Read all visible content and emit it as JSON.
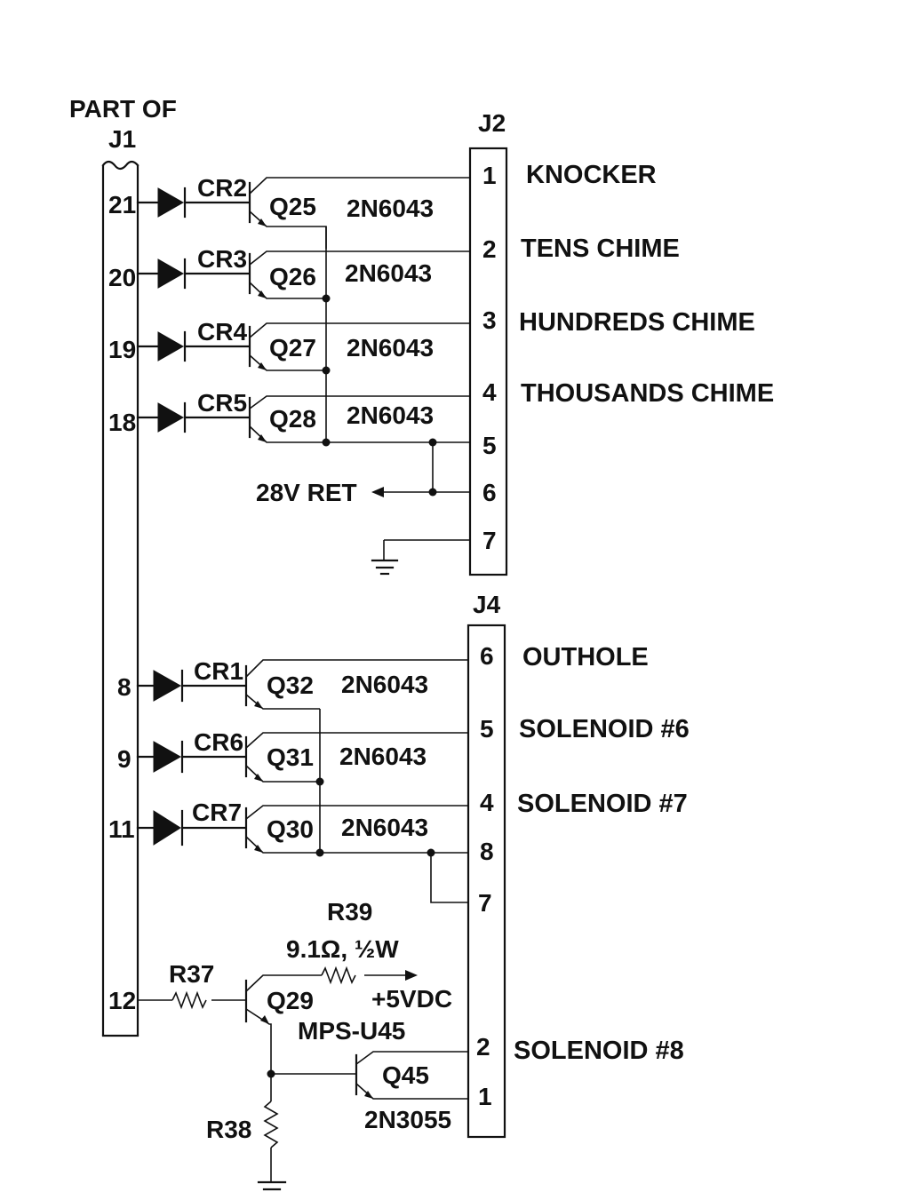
{
  "j1": {
    "title_line1": "PART OF",
    "title_line2": "J1"
  },
  "j2": {
    "title": "J2"
  },
  "j4": {
    "title": "J4"
  },
  "j1_pins": {
    "p21": "21",
    "p20": "20",
    "p19": "19",
    "p18": "18",
    "p8": "8",
    "p9": "9",
    "p11": "11",
    "p12": "12"
  },
  "diodes": {
    "cr2": "CR2",
    "cr3": "CR3",
    "cr4": "CR4",
    "cr5": "CR5",
    "cr1": "CR1",
    "cr6": "CR6",
    "cr7": "CR7"
  },
  "transistors": {
    "q25": "Q25",
    "q26": "Q26",
    "q27": "Q27",
    "q28": "Q28",
    "q32": "Q32",
    "q31": "Q31",
    "q30": "Q30",
    "q29": "Q29",
    "q45": "Q45",
    "part_2n6043": "2N6043",
    "part_mpsu45": "MPS-U45",
    "part_2n3055": "2N3055"
  },
  "j2_pins": {
    "p1": "1",
    "p2": "2",
    "p3": "3",
    "p4": "4",
    "p5": "5",
    "p6": "6",
    "p7": "7"
  },
  "j4_pins": {
    "p6": "6",
    "p5": "5",
    "p4": "4",
    "p8": "8",
    "p7": "7",
    "p2": "2",
    "p1": "1"
  },
  "signals": {
    "knocker": "KNOCKER",
    "tens": "TENS CHIME",
    "hundreds": "HUNDREDS CHIME",
    "thousands": "THOUSANDS CHIME",
    "ret28v": "28V RET",
    "outhole": "OUTHOLE",
    "sol6": "SOLENOID #6",
    "sol7": "SOLENOID #7",
    "sol8": "SOLENOID #8",
    "vdc5": "+5VDC"
  },
  "resistors": {
    "r39": "R39",
    "r39_value": "9.1Ω, ½W",
    "r37": "R37",
    "r38": "R38"
  }
}
